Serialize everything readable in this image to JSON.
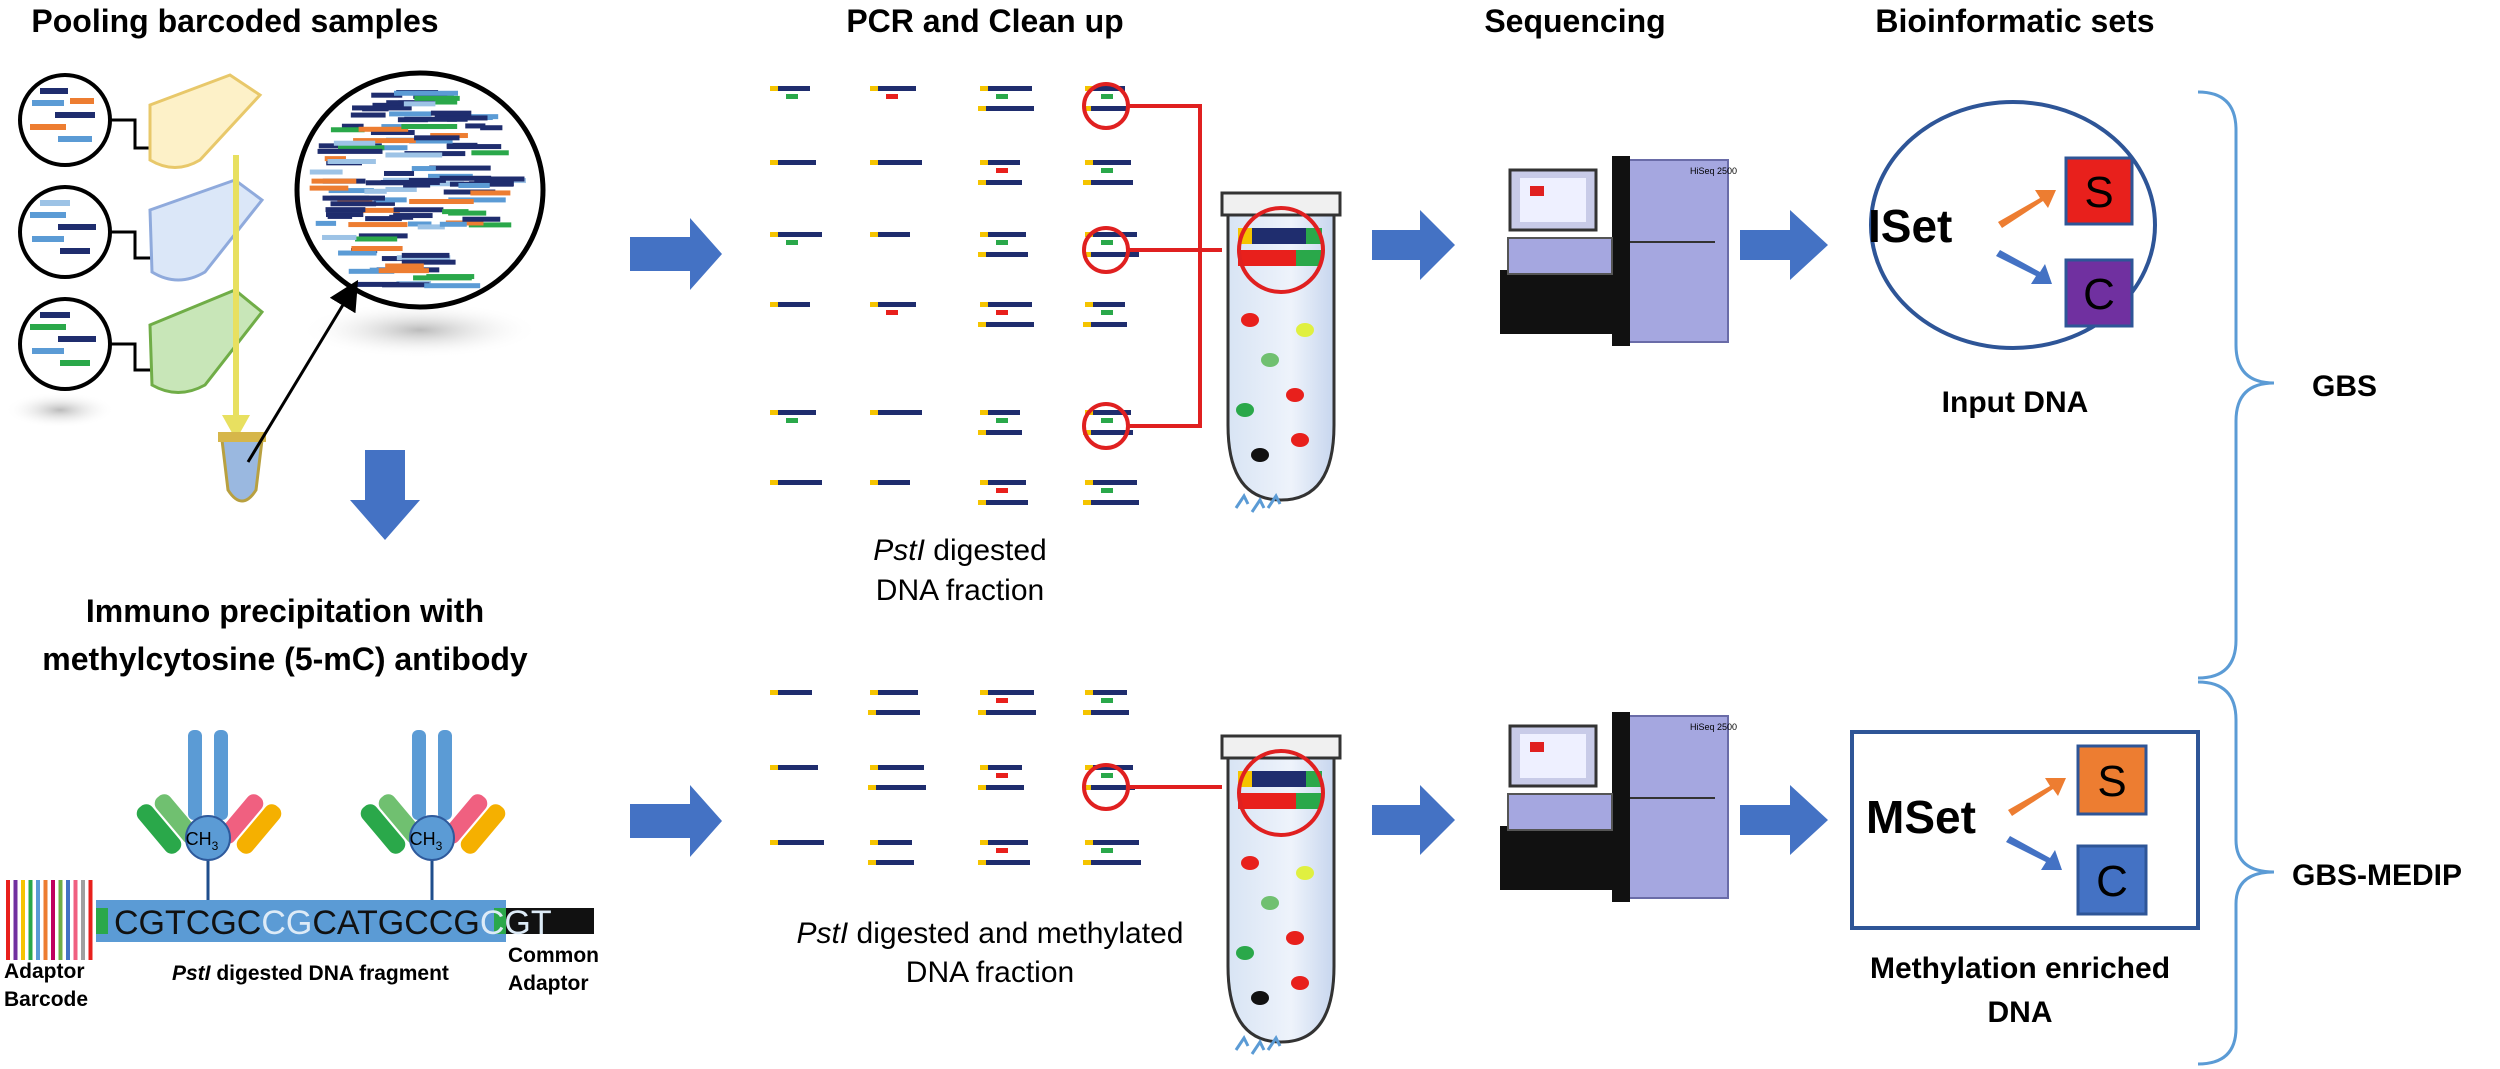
{
  "headers": {
    "pooling": "Pooling barcoded samples",
    "pcr": "PCR and Clean up",
    "sequencing": "Sequencing",
    "bioinformatic": "Bioinformatic sets"
  },
  "immuno_title": {
    "line1": "Immuno precipitation with",
    "line2": "methylcytosine (5-mC) antibody"
  },
  "fragment": {
    "seq_a": "CGTCGC",
    "seq_b": "CG",
    "seq_c": "CATGCCG",
    "seq_d": "CGT",
    "ch3_label": "CH",
    "ch3_sub": "3",
    "adaptor_barcode_1": "Adaptor",
    "adaptor_barcode_2": "Barcode",
    "pst_italic": "PstI",
    "pst_rest": " digested DNA fragment",
    "common_1": "Common",
    "common_2": "Adaptor"
  },
  "fraction_top": {
    "italic": "PstI",
    "line1_rest": " digested",
    "line2": "DNA fraction"
  },
  "fraction_bottom": {
    "italic": "PstI",
    "line1_rest": " digested and methylated",
    "line2": "DNA fraction"
  },
  "iset": {
    "name": "ISet",
    "s": "S",
    "c": "C",
    "caption": "Input DNA"
  },
  "mset": {
    "name": "MSet",
    "s": "S",
    "c": "C",
    "caption_1": "Methylation enriched",
    "caption_2": "DNA"
  },
  "brackets": {
    "gbs": "GBS",
    "gbs_medip": "GBS-MEDIP"
  },
  "sequencer_label": "HiSeq 2500",
  "colors": {
    "arrow_blue": "#4472c4",
    "dna_navy": "#1f2d6e",
    "barcode_yellow": "#f5c400",
    "green": "#2aa84a",
    "red": "#e8201c",
    "iset_s": "#e8201c",
    "iset_c": "#7030a0",
    "mset_s": "#ed7d31",
    "mset_c": "#4472c4",
    "bracket": "#5b9bd5",
    "circle_red": "#e02020"
  }
}
